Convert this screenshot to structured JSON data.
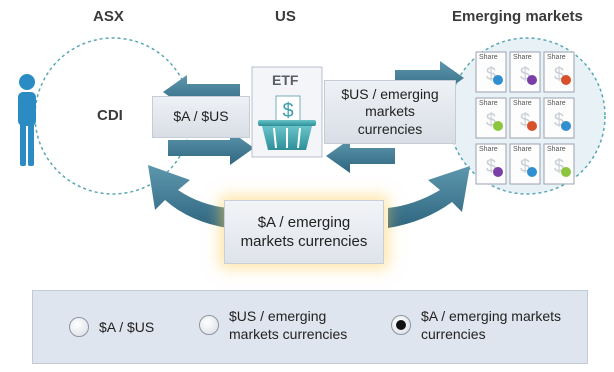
{
  "columns": {
    "asx": "ASX",
    "us": "US",
    "emerging": "Emerging markets"
  },
  "nodes": {
    "cdi": "CDI",
    "etf": "ETF",
    "share": "Share"
  },
  "flows": {
    "aud_usd": "$A / $US",
    "usd_em": "$US / emerging markets currencies",
    "aud_em": "$A / emerging markets currencies"
  },
  "options": {
    "items": [
      {
        "label": "$A / $US",
        "selected": false
      },
      {
        "label": "$US / emerging markets currencies",
        "selected": false
      },
      {
        "label": "$A / emerging markets currencies",
        "selected": true
      }
    ]
  },
  "colors": {
    "arrow": "#3f7890",
    "circle_border": "#5aa7b5",
    "em_fill": "#e8f1f6",
    "person": "#2b8cc4"
  },
  "ribbon_colors": [
    "#2f8fd0",
    "#7a3fa6",
    "#d8502a",
    "#2f8fd0",
    "#7a3fa6",
    "#d8502a",
    "#8cc63f",
    "#d8502a",
    "#2f8fd0",
    "#7a3fa6",
    "#2f8fd0",
    "#8cc63f"
  ]
}
